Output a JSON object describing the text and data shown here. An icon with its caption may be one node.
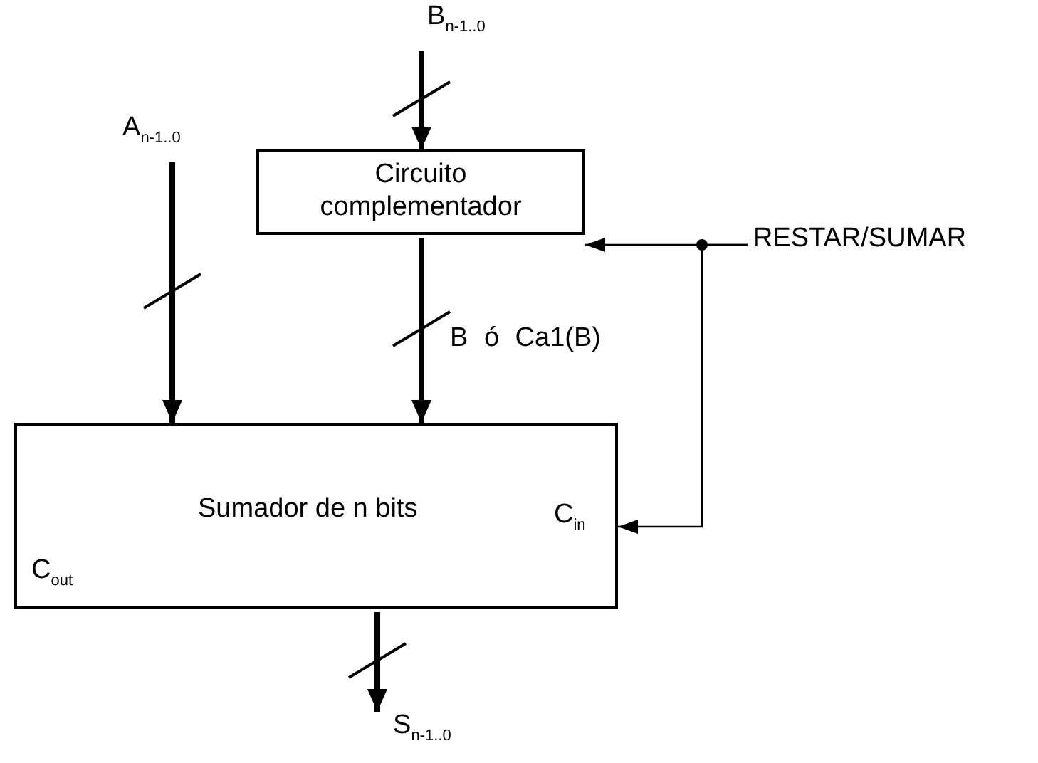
{
  "diagram": {
    "nodes": [
      {
        "text": [
          "B$_{n-1..0}$"
        ]
      },
      {
        "text": [
          "Circuito complementador"
        ]
      },
      {
        "text": [
          "A$_{n-1..0}$"
        ]
      },
      {
        "text": [
          "RESTAR/SUMAR"
        ]
      },
      {
        "text": [
          "Sumador de n bits",
          "C$_{in}$",
          "C$_{out}$"
        ]
      },
      {
        "text": [
          "S$_{n-1..0}$"
        ]
      }
    ],
    "edges": [
      {
        "from": 0,
        "to": 1,
        "arrow": "to"
      },
      {
        "from": 3,
        "to": 1,
        "arrow": "to"
      },
      {
        "from": 1,
        "to": 4,
        "arrow": "to",
        "label": "B ó Ca1(B)"
      },
      {
        "from": 2,
        "to": 4,
        "arrow": "to"
      },
      {
        "from": 3,
        "to": 4,
        "arrow": "to"
      },
      {
        "from": 4,
        "to": 5,
        "arrow": "to"
      }
    ]
  }
}
